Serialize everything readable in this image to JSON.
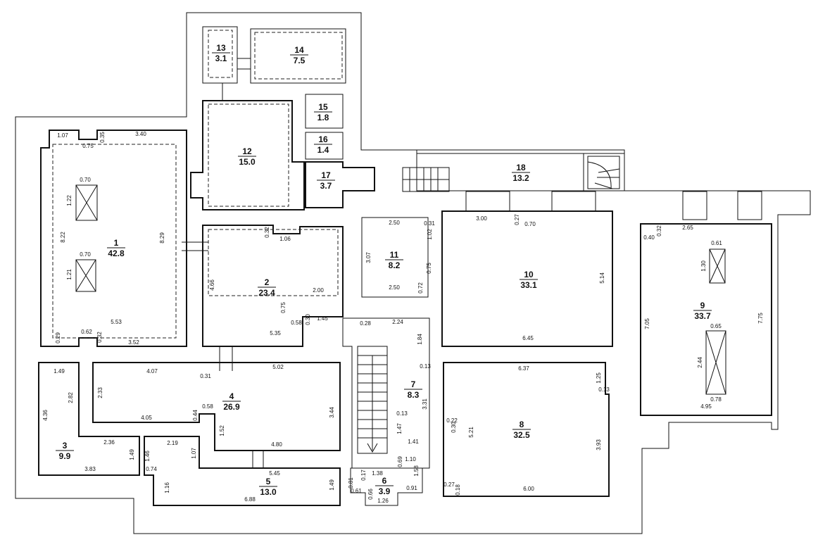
{
  "rooms": [
    {
      "number": "1",
      "area": "42.8"
    },
    {
      "number": "2",
      "area": "23.4"
    },
    {
      "number": "3",
      "area": "9.9"
    },
    {
      "number": "4",
      "area": "26.9"
    },
    {
      "number": "5",
      "area": "13.0"
    },
    {
      "number": "6",
      "area": "3.9"
    },
    {
      "number": "7",
      "area": "8.3"
    },
    {
      "number": "8",
      "area": "32.5"
    },
    {
      "number": "9",
      "area": "33.7"
    },
    {
      "number": "10",
      "area": "33.1"
    },
    {
      "number": "11",
      "area": "8.2"
    },
    {
      "number": "12",
      "area": "15.0"
    },
    {
      "number": "13",
      "area": "3.1"
    },
    {
      "number": "14",
      "area": "7.5"
    },
    {
      "number": "15",
      "area": "1.8"
    },
    {
      "number": "16",
      "area": "1.4"
    },
    {
      "number": "17",
      "area": "3.7"
    },
    {
      "number": "18",
      "area": "13.2"
    }
  ],
  "dimensions": [
    "1.07",
    "0.35",
    "3.40",
    "0.75",
    "0.70",
    "1.22",
    "8.22",
    "8.29",
    "0.70",
    "1.21",
    "5.53",
    "0.29",
    "0.62",
    "0.32",
    "3.52",
    "0.32",
    "1.06",
    "4.66",
    "2.00",
    "0.75",
    "0.58",
    "0.30",
    "1.45",
    "5.35",
    "1.49",
    "2.82",
    "4.36",
    "4.07",
    "0.31",
    "5.02",
    "2.33",
    "4.05",
    "0.44",
    "0.58",
    "1.52",
    "3.44",
    "2.36",
    "1.49",
    "3.83",
    "2.19",
    "1.46",
    "1.07",
    "4.80",
    "0.74",
    "1.16",
    "5.45",
    "6.88",
    "1.49",
    "2.50",
    "0.31",
    "1.02",
    "3.07",
    "0.75",
    "0.72",
    "2.50",
    "2.24",
    "0.28",
    "1.84",
    "0.13",
    "0.13",
    "3.31",
    "1.47",
    "1.41",
    "1.10",
    "0.69",
    "0.17",
    "0.81",
    "1.38",
    "0.61",
    "0.66",
    "1.26",
    "0.91",
    "1.58",
    "3.00",
    "0.27",
    "0.70",
    "5.14",
    "6.45",
    "6.37",
    "1.25",
    "0.13",
    "0.22",
    "0.30",
    "5.21",
    "3.93",
    "0.27",
    "0.18",
    "6.00",
    "0.40",
    "0.32",
    "2.65",
    "0.61",
    "1.30",
    "7.05",
    "7.75",
    "0.65",
    "2.44",
    "0.78",
    "4.95"
  ]
}
